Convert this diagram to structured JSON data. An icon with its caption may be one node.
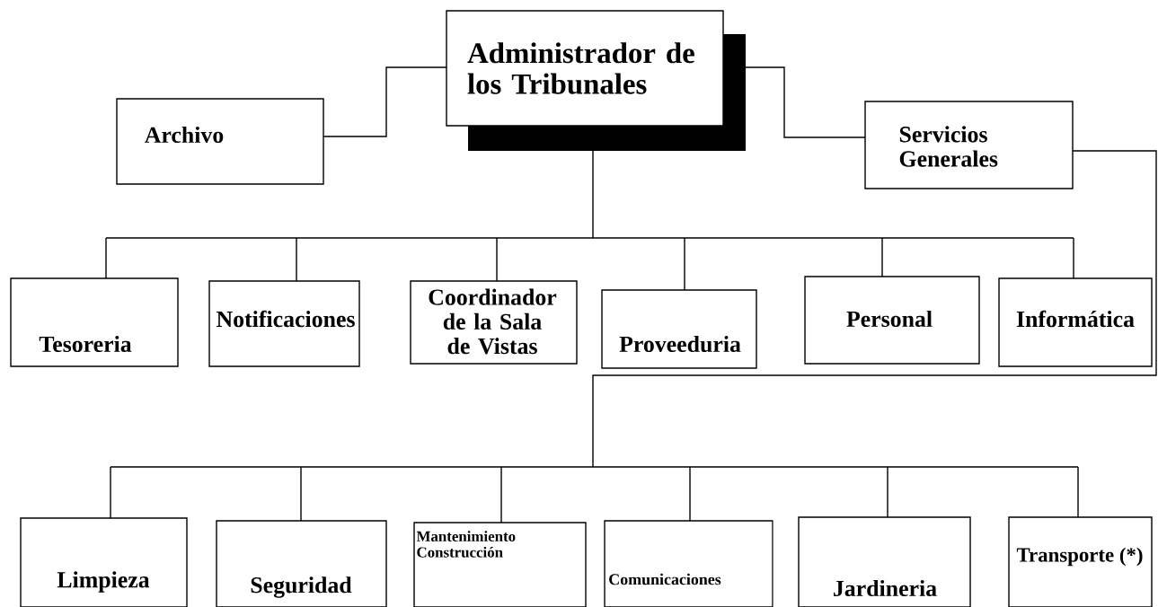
{
  "diagram": {
    "nodes": [
      {
        "text": [
          "Administrador de los Tribunales"
        ]
      },
      {
        "text": [
          "Archivo"
        ]
      },
      {
        "text": [
          "Servicios Generales"
        ]
      },
      {
        "text": [
          "Tesoreria"
        ]
      },
      {
        "text": [
          "Notificaciones"
        ]
      },
      {
        "text": [
          "Coordinador de la Sala de Vistas"
        ]
      },
      {
        "text": [
          "Proveeduria"
        ]
      },
      {
        "text": [
          "Personal"
        ]
      },
      {
        "text": [
          "Informática"
        ]
      },
      {
        "text": [
          "Limpieza"
        ]
      },
      {
        "text": [
          "Seguridad"
        ]
      },
      {
        "text": [
          "Mantenimiento Construcción"
        ]
      },
      {
        "text": [
          "Comunicaciones"
        ]
      },
      {
        "text": [
          "Jardineria"
        ]
      },
      {
        "text": [
          "Transporte (*)"
        ]
      }
    ],
    "edges": [
      {
        "from": 0,
        "to": 1,
        "arrow": "none"
      },
      {
        "from": 0,
        "to": 2,
        "arrow": "none"
      },
      {
        "from": 0,
        "to": 3,
        "arrow": "none"
      },
      {
        "from": 0,
        "to": 4,
        "arrow": "none"
      },
      {
        "from": 0,
        "to": 5,
        "arrow": "none"
      },
      {
        "from": 0,
        "to": 6,
        "arrow": "none"
      },
      {
        "from": 0,
        "to": 7,
        "arrow": "none"
      },
      {
        "from": 0,
        "to": 8,
        "arrow": "none"
      },
      {
        "from": 2,
        "to": 9,
        "arrow": "none"
      },
      {
        "from": 2,
        "to": 10,
        "arrow": "none"
      },
      {
        "from": 2,
        "to": 11,
        "arrow": "none"
      },
      {
        "from": 2,
        "to": 12,
        "arrow": "none"
      },
      {
        "from": 2,
        "to": 13,
        "arrow": "none"
      },
      {
        "from": 2,
        "to": 14,
        "arrow": "none"
      }
    ]
  }
}
